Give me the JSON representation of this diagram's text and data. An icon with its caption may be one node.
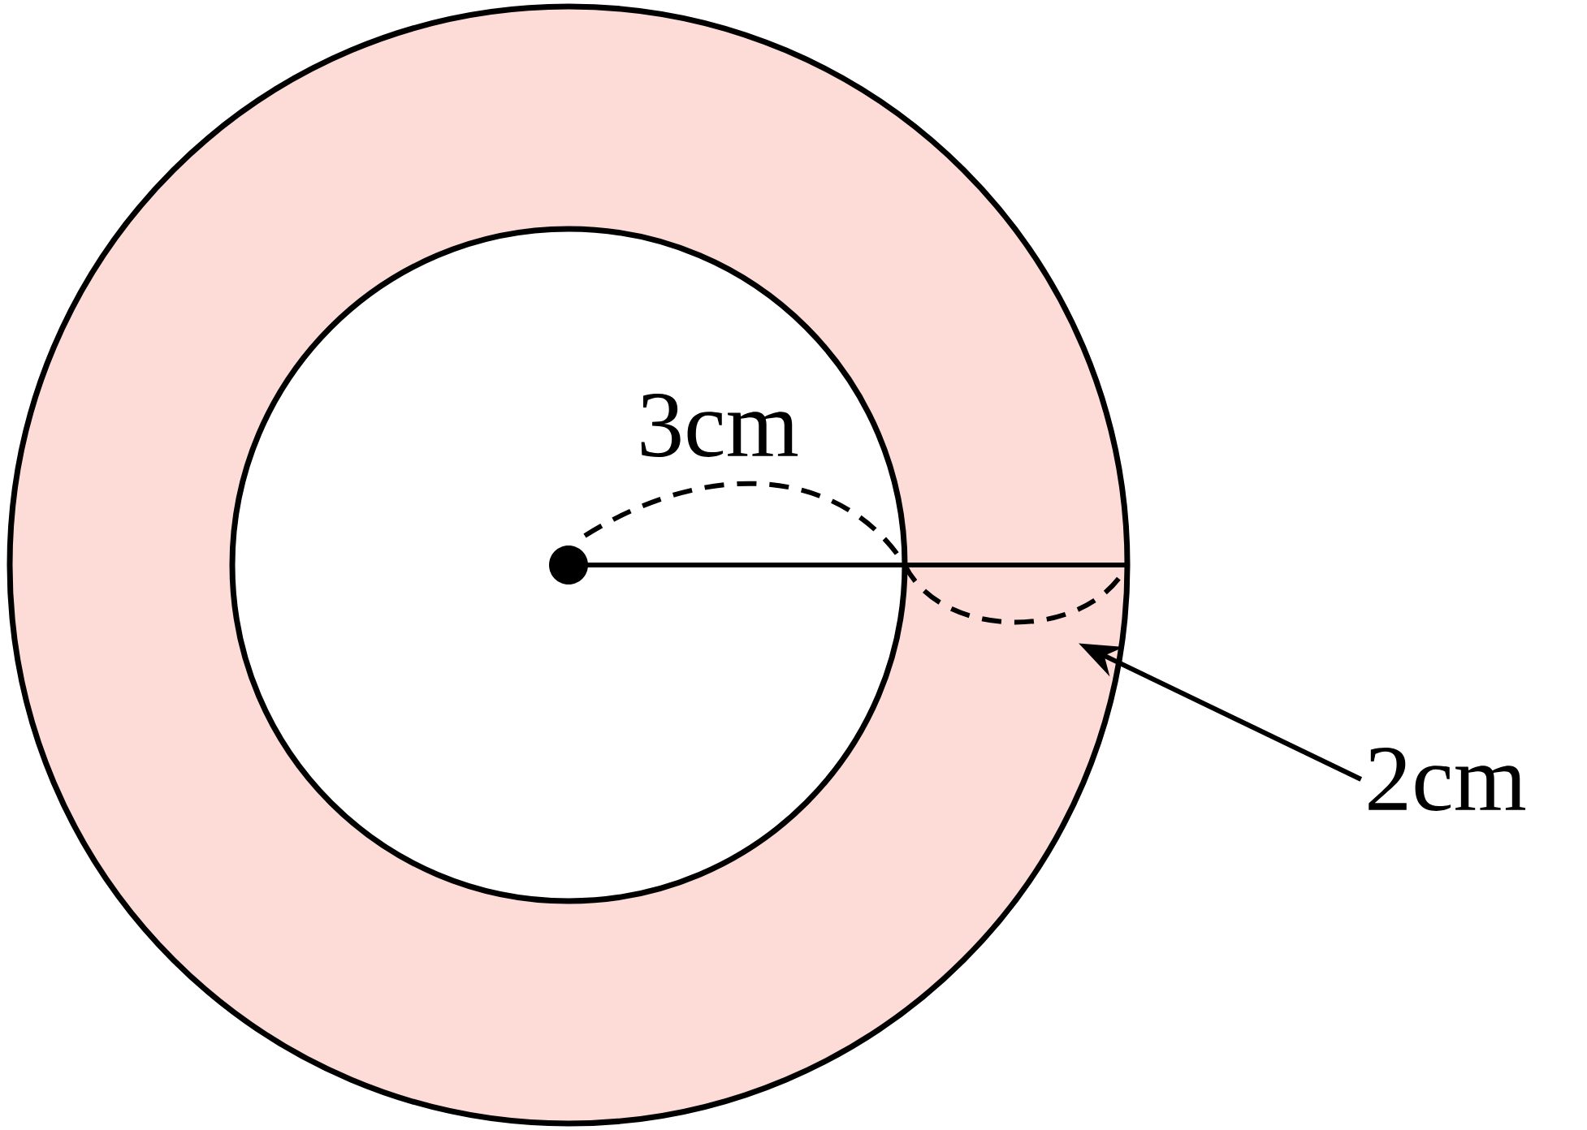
{
  "diagram": {
    "nodes": [
      {
        "text": [
          "2cm"
        ]
      },
      {
        "text": [],
        "shape": "arc"
      }
    ],
    "edges": [
      {
        "from": 0,
        "to": 1,
        "arrow": "to"
      }
    ],
    "labels": [
      "3cm"
    ]
  }
}
